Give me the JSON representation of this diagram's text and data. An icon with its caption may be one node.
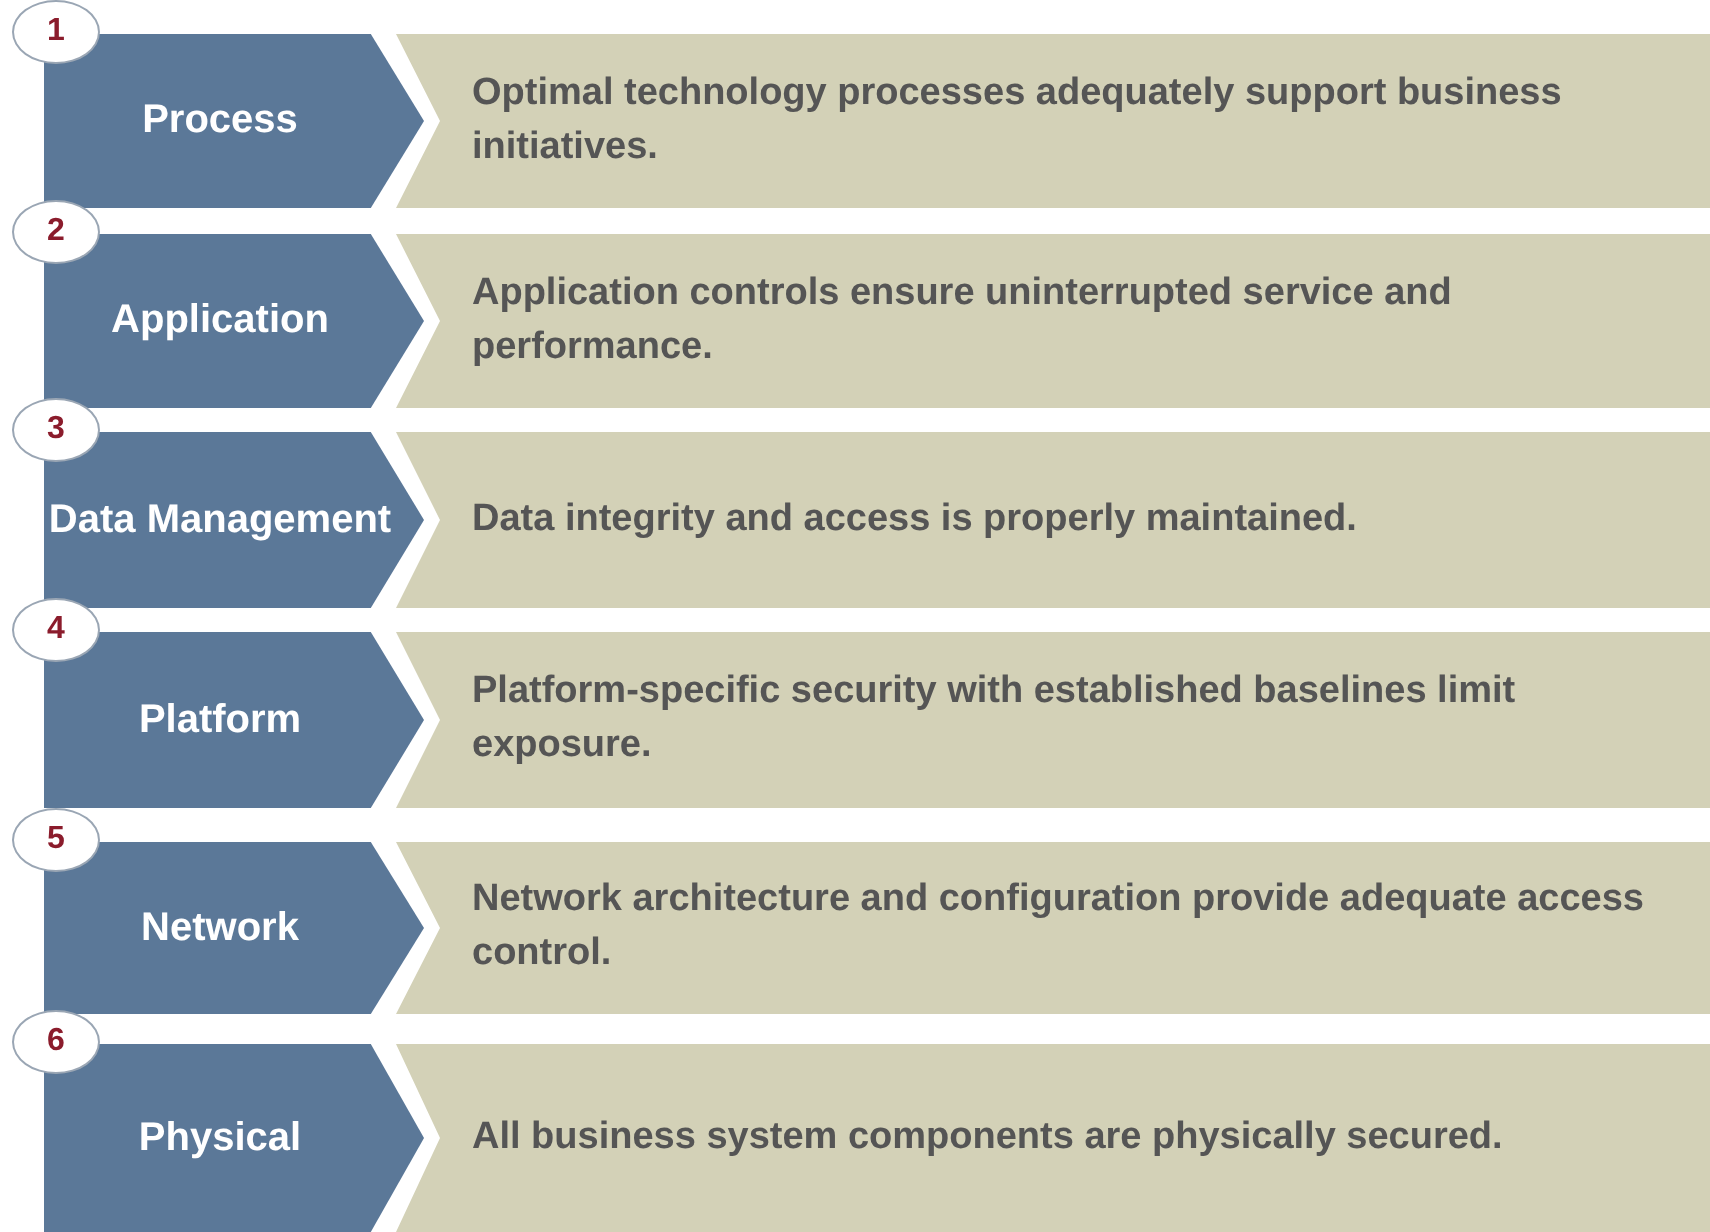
{
  "diagram": {
    "nodes": [
      {
        "text": [
          "1"
        ]
      },
      {
        "text": [
          "Process"
        ]
      },
      {
        "text": [
          "Optimal technology processes adequately support business initiatives."
        ]
      },
      {
        "text": [
          "2"
        ]
      },
      {
        "text": [
          "Application"
        ]
      },
      {
        "text": [
          "Application controls ensure uninterrupted service and performance."
        ]
      },
      {
        "text": [
          "3"
        ]
      },
      {
        "text": [
          "Data Management"
        ]
      },
      {
        "text": [
          "Data integrity and access is properly maintained."
        ]
      },
      {
        "text": [
          "4"
        ]
      },
      {
        "text": [
          "Platform"
        ]
      },
      {
        "text": [
          "Platform-specific security with established baselines limit exposure."
        ]
      },
      {
        "text": [
          "5"
        ]
      },
      {
        "text": [
          "Network"
        ]
      },
      {
        "text": [
          "Network architecture and configuration provide adequate access control."
        ]
      },
      {
        "text": [
          "6"
        ]
      },
      {
        "text": [
          "Physical"
        ]
      },
      {
        "text": [
          "All business system components are physically secured."
        ]
      }
    ]
  }
}
